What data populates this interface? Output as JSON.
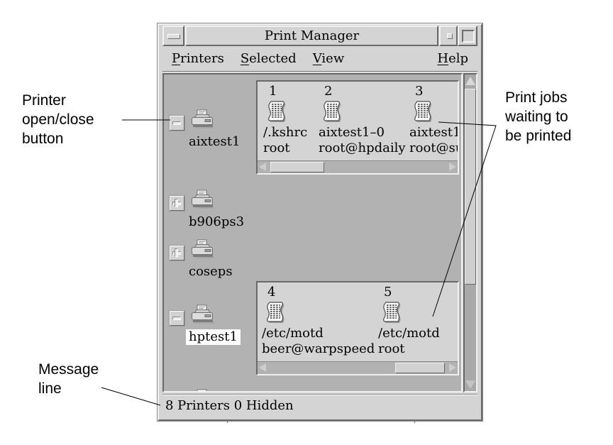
{
  "colors": {
    "window_chrome": "#d4d4d4",
    "canvas_background": "#b2b2b2",
    "panel_background": "#d4d4d4",
    "highlight": "#f0f0f0",
    "shadow": "#696969",
    "selected_label_background": "#ffffff",
    "text": "#000000"
  },
  "annotations": {
    "printer_toggle": "Printer\nopen/close\nbutton",
    "print_jobs": "Print jobs\nwaiting to\nbe printed",
    "message_line": "Message\nline"
  },
  "window": {
    "title": "Print Manager",
    "menubar": {
      "items": [
        {
          "mnemonic": "P",
          "rest": "rinters"
        },
        {
          "mnemonic": "S",
          "rest": "elected"
        },
        {
          "mnemonic": "V",
          "rest": "iew"
        },
        {
          "mnemonic": "H",
          "rest": "elp"
        }
      ]
    },
    "printers": [
      {
        "name": "aixtest1",
        "toggle": "minus",
        "selected": false,
        "jobs": [
          {
            "number": "1",
            "file": "/.kshrc",
            "owner": "root"
          },
          {
            "number": "2",
            "file": "aixtest1–0",
            "owner": "root@hpdaily"
          },
          {
            "number": "3",
            "file": "aixtest1",
            "owner": "root@su"
          }
        ]
      },
      {
        "name": "b906ps3",
        "toggle": "plus",
        "selected": false
      },
      {
        "name": "coseps",
        "toggle": "plus",
        "selected": false
      },
      {
        "name": "hptest1",
        "toggle": "minus",
        "selected": true,
        "jobs": [
          {
            "number": "4",
            "file": "/etc/motd",
            "owner": "beer@warpspeed"
          },
          {
            "number": "5",
            "file": "/etc/motd",
            "owner": "root"
          }
        ]
      }
    ],
    "status": "8 Printers 0 Hidden"
  }
}
